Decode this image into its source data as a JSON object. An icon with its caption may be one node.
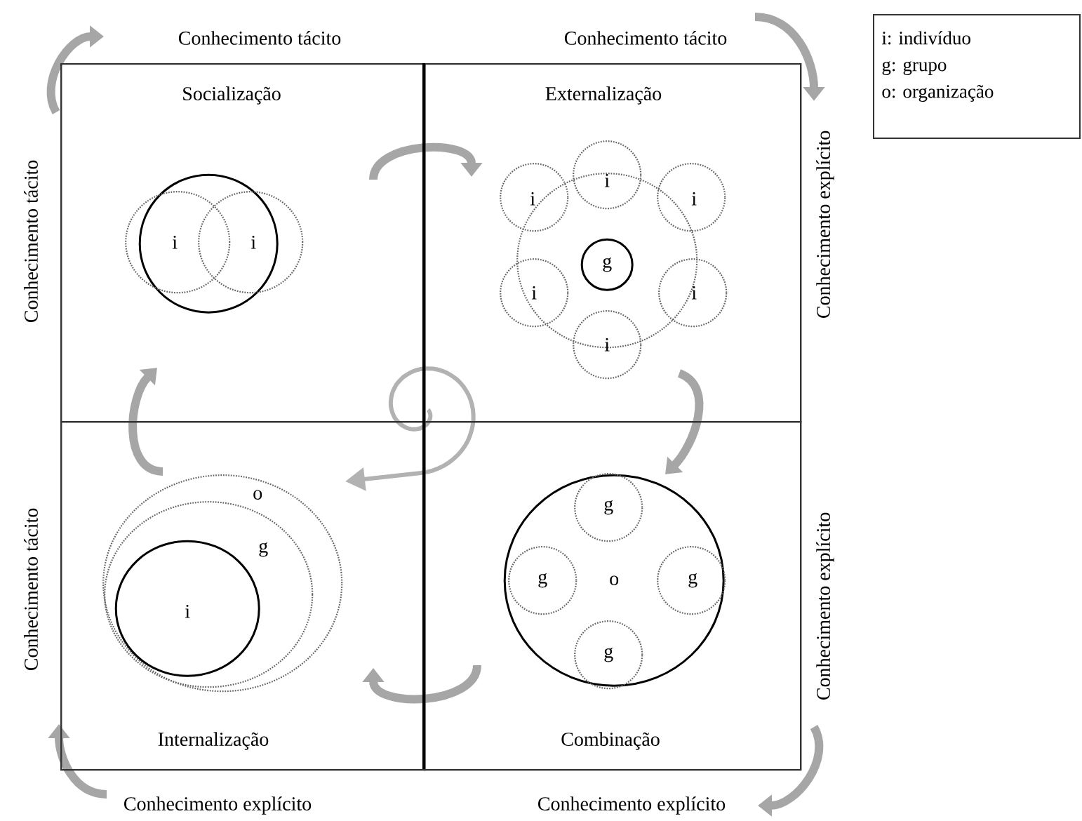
{
  "diagram": {
    "nodes": [
      {
        "text": [
          "Socialização"
        ]
      },
      {
        "text": [],
        "shape": "circle",
        "in": 0
      },
      {
        "text": [
          "i"
        ],
        "in": 0
      },
      {
        "text": [
          "i"
        ],
        "in": 0
      },
      {
        "text": [
          "Externalização"
        ]
      },
      {
        "text": [],
        "shape": "circle",
        "in": 4
      },
      {
        "text": [
          "i"
        ],
        "in": 4
      },
      {
        "text": [
          "i"
        ],
        "in": 4
      },
      {
        "text": [
          "i"
        ],
        "in": 4
      },
      {
        "text": [
          "g"
        ],
        "in": 5
      },
      {
        "text": [
          "i"
        ],
        "in": 4
      },
      {
        "text": [
          "i"
        ],
        "in": 4
      },
      {
        "text": [
          "i"
        ],
        "in": 4
      },
      {
        "text": [
          "Internalização"
        ]
      },
      {
        "text": [
          "o"
        ],
        "in": 13
      },
      {
        "text": [
          "g"
        ],
        "in": 14
      },
      {
        "text": [
          "i"
        ],
        "in": 15
      },
      {
        "text": [
          "Combinação"
        ]
      },
      {
        "text": [
          "o"
        ],
        "in": 17
      },
      {
        "text": [
          "g"
        ],
        "in": 18
      },
      {
        "text": [
          "g"
        ],
        "in": 18
      },
      {
        "text": [
          "g"
        ],
        "in": 18
      },
      {
        "text": [
          "g"
        ],
        "in": 18
      },
      {
        "text": [
          "i: indivíduo",
          "g: grupo",
          "o: organização"
        ]
      }
    ],
    "labels": [
      "Conhecimento tácito",
      "Conhecimento tácito",
      "Conhecimento tácito",
      "Conhecimento explícito",
      "Conhecimento tácito",
      "Conhecimento explícito",
      "Conhecimento explícito",
      "Conhecimento explícito"
    ]
  }
}
